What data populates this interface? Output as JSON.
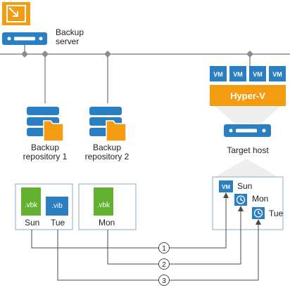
{
  "colors": {
    "orange": "#f39c12",
    "blue": "#2a7ec2",
    "green": "#62b130",
    "line": "#8c8c8c",
    "dark_line": "#4a4a4a",
    "panel_border": "#8aaac6"
  },
  "backup_server": {
    "line1": "Backup",
    "line2": "server",
    "logo_icon": "veeam-logo-icon",
    "server_icon": "server-icon"
  },
  "repositories": [
    {
      "line1": "Backup",
      "line2": "repository  1",
      "icon": "repository-icon"
    },
    {
      "line1": "Backup",
      "line2": "repository  2",
      "icon": "repository-icon"
    }
  ],
  "hyperv": {
    "label": "Hyper-V",
    "vm_label": "VM",
    "vm_count": 4,
    "host_label": "Target host",
    "host_icon": "server-icon"
  },
  "repo1_panel": {
    "files": [
      {
        "ext": ".vbk",
        "day": "Sun"
      },
      {
        "ext": ".vib",
        "day": "Tue"
      }
    ]
  },
  "repo2_panel": {
    "files": [
      {
        "ext": ".vbk",
        "day": "Mon"
      }
    ]
  },
  "target_panel": {
    "vm_label": "VM",
    "items": [
      {
        "day": "Sun",
        "icon": "vm-icon"
      },
      {
        "day": "Mon",
        "icon": "clock-icon"
      },
      {
        "day": "Tue",
        "icon": "clock-icon"
      }
    ]
  },
  "steps": [
    "1",
    "2",
    "3"
  ]
}
